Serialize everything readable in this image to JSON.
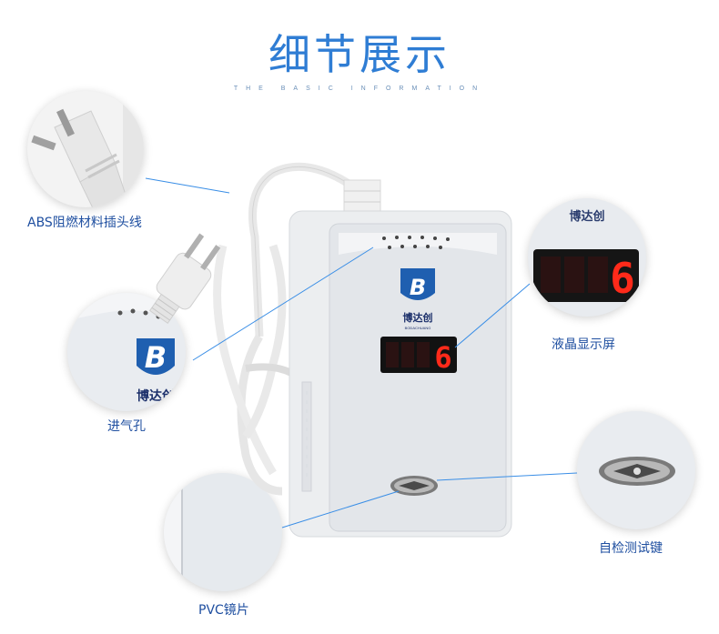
{
  "header": {
    "title": "细节展示",
    "subtitle": "THE BASIC INFORMATION"
  },
  "device": {
    "brand": "博达创",
    "brand_sub": "BODACHUANG",
    "logo_letter": "B",
    "display_digit": "6"
  },
  "callouts": {
    "plug": "ABS阻燃材料插头线",
    "vent": "进气孔",
    "lcd": "液晶显示屏",
    "test_button": "自检测试键",
    "pvc": "PVC镜片"
  },
  "colors": {
    "title": "#2f7dd4",
    "label": "#1f4fa0",
    "display_red": "#ff2a1a",
    "leader_line": "#3a8ee6"
  }
}
